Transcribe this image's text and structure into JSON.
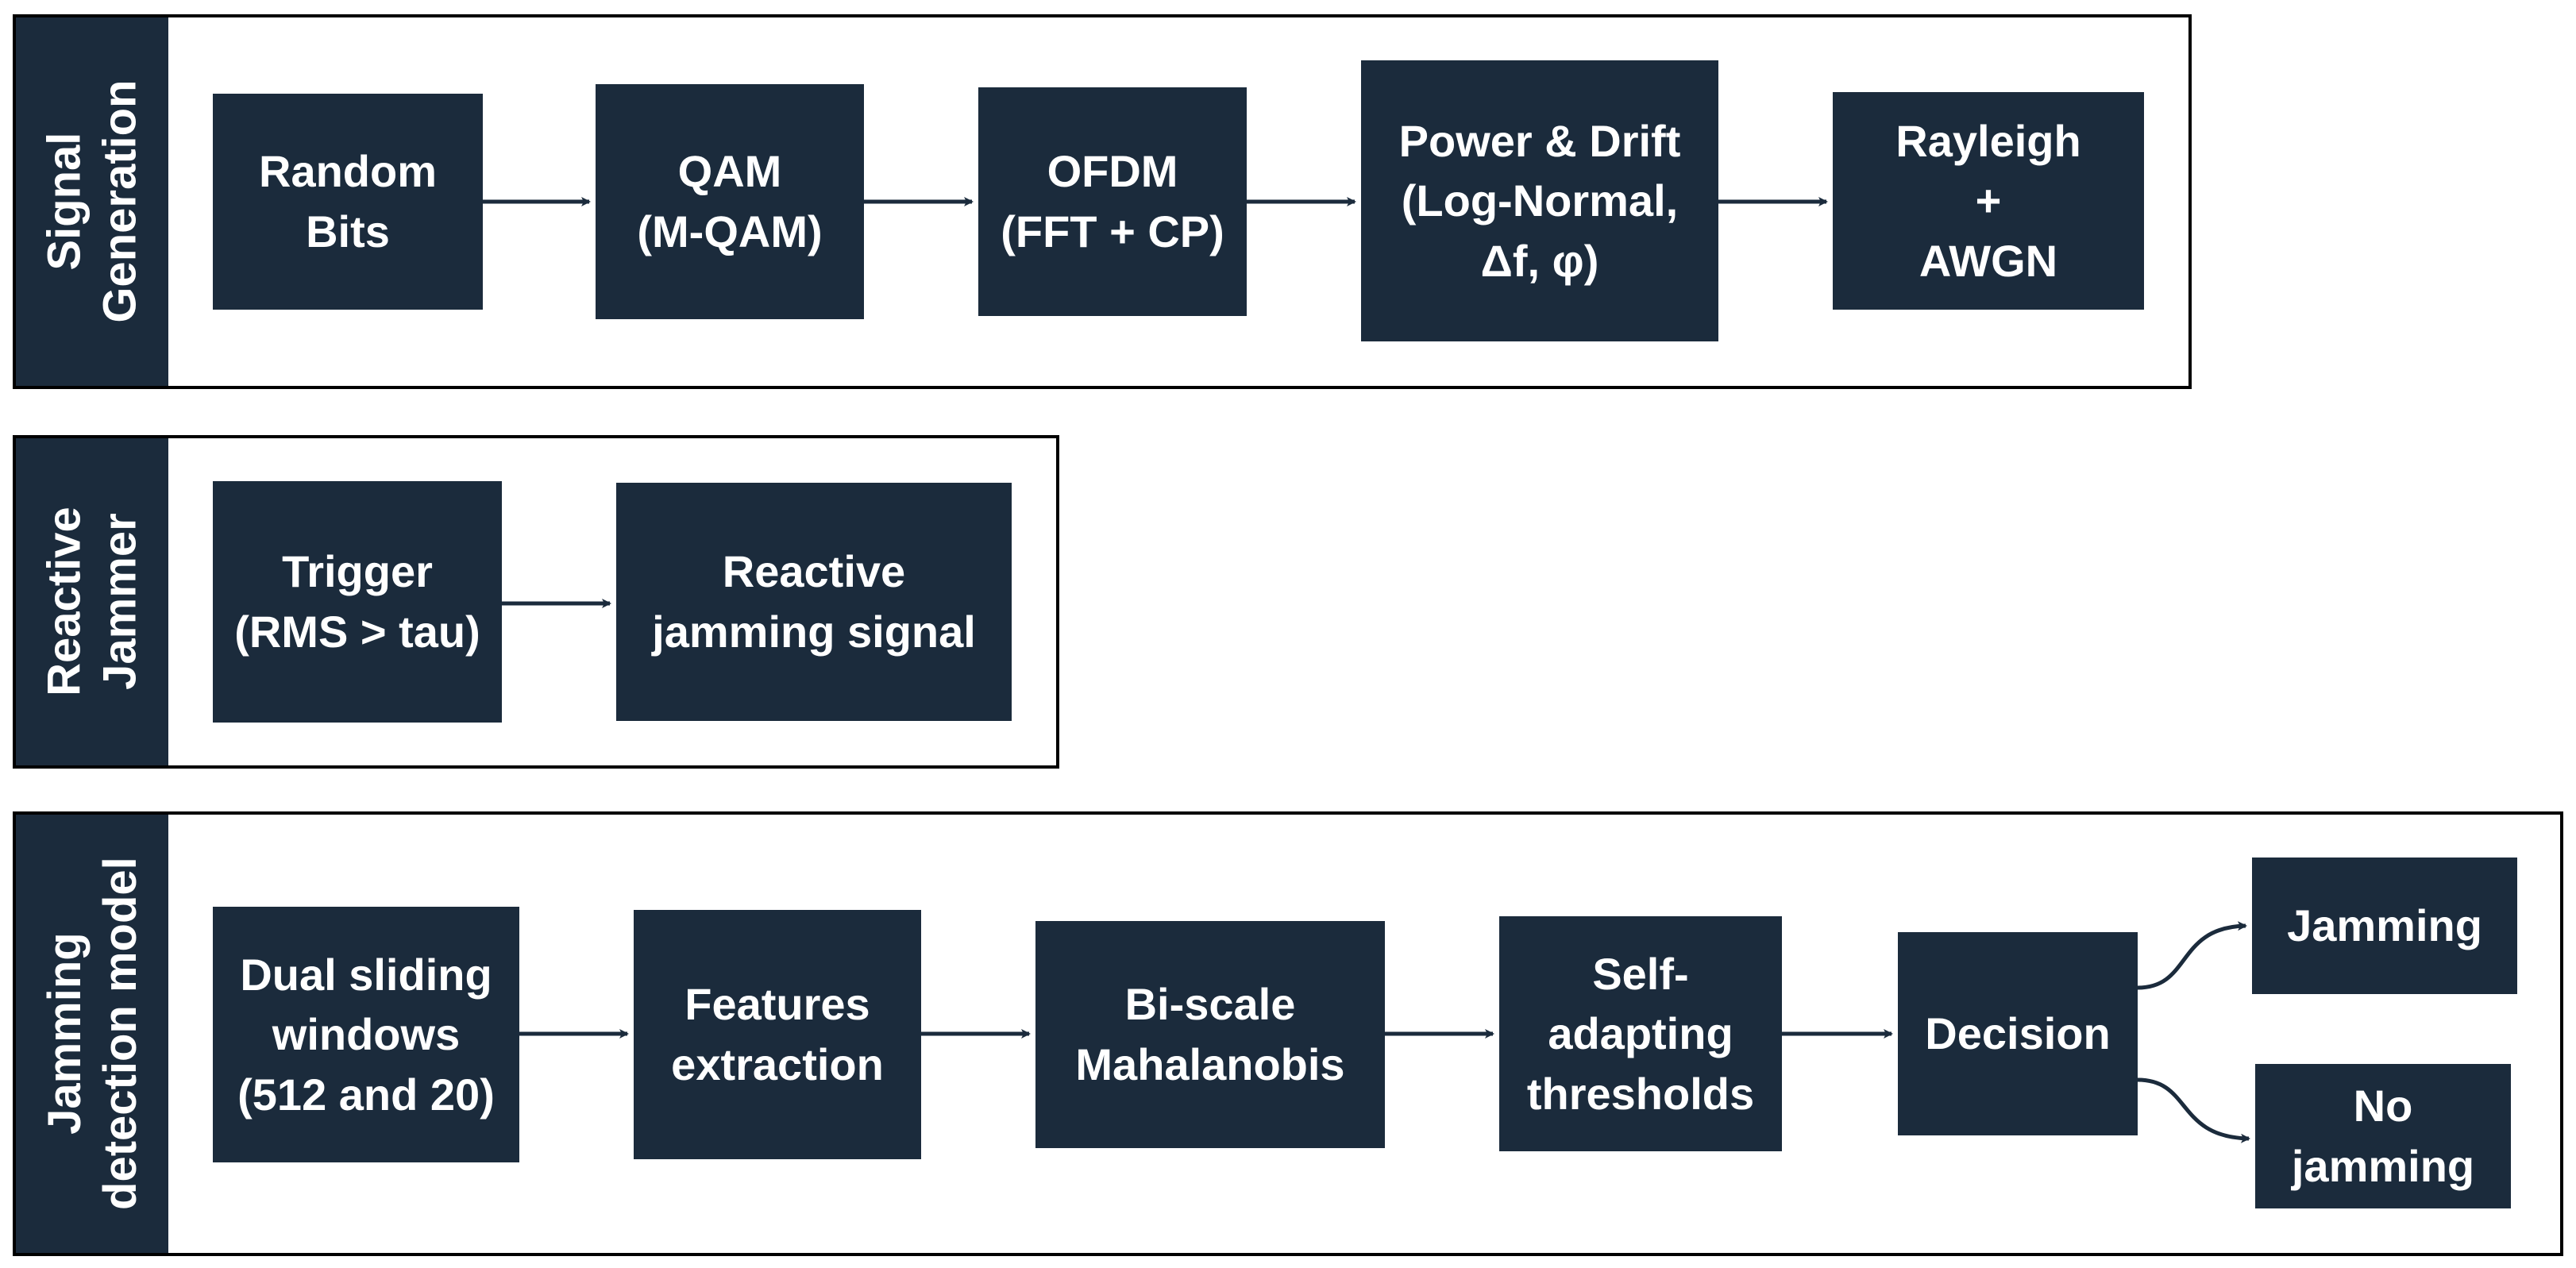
{
  "colors": {
    "block": "#1b2b3c",
    "border": "#000000",
    "arrow": "#1b2b3c",
    "text": "#ffffff"
  },
  "sections": {
    "signal_generation": {
      "label": "Signal\nGeneration",
      "blocks": {
        "random_bits": "Random\nBits",
        "qam": "QAM\n(M-QAM)",
        "ofdm": "OFDM\n(FFT + CP)",
        "power_drift": "Power & Drift\n(Log-Normal,\nΔf, φ)",
        "rayleigh": "Rayleigh\n+\nAWGN"
      }
    },
    "reactive_jammer": {
      "label": "Reactive\nJammer",
      "blocks": {
        "trigger": "Trigger\n(RMS > tau)",
        "reactive_signal": "Reactive\njamming signal"
      }
    },
    "jamming_detection": {
      "label": "Jamming\ndetection model",
      "blocks": {
        "dual_windows": "Dual sliding\nwindows\n(512 and 20)",
        "features": "Features\nextraction",
        "mahalanobis": "Bi-scale\nMahalanobis",
        "thresholds": "Self-\nadapting\nthresholds",
        "decision": "Decision",
        "jamming": "Jamming",
        "no_jamming": "No\njamming"
      }
    }
  }
}
